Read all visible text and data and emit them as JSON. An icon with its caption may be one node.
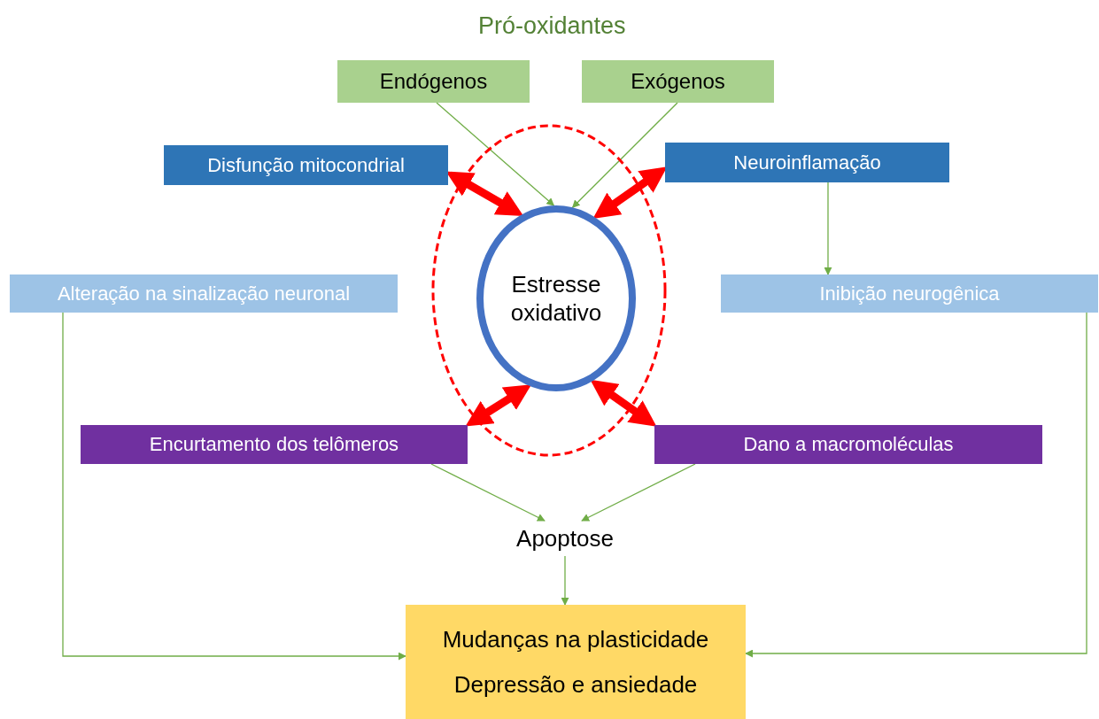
{
  "diagram": {
    "nodes": [
      {
        "text": [
          "Endógenos"
        ]
      },
      {
        "text": [
          "Exógenos"
        ]
      },
      {
        "text": [
          "Disfunção mitocondrial"
        ]
      },
      {
        "text": [
          "Neuroinflamação"
        ]
      },
      {
        "text": [],
        "shape": "ellipse"
      },
      {
        "text": [
          "Estresse oxidativo"
        ],
        "in": 4
      },
      {
        "text": [
          "Alteração na sinalização neuronal"
        ]
      },
      {
        "text": [
          "Inibição neurogênica"
        ]
      },
      {
        "text": [
          "Encurtamento dos telômeros"
        ]
      },
      {
        "text": [
          "Dano a macromoléculas"
        ]
      },
      {
        "text": [
          "Apoptose"
        ]
      },
      {
        "text": [
          "Mudanças na plasticidade",
          "Depressão e ansiedade"
        ]
      }
    ],
    "edges": [
      {
        "from": 0,
        "to": 5,
        "arrow": "to"
      },
      {
        "from": 1,
        "to": 5,
        "arrow": "to"
      },
      {
        "from": 2,
        "to": 5,
        "arrow": "both",
        "style": "thick",
        "color": "#ff0000"
      },
      {
        "from": 3,
        "to": 5,
        "arrow": "both",
        "style": "thick",
        "color": "#ff0000"
      },
      {
        "from": 8,
        "to": 5,
        "arrow": "both",
        "style": "thick",
        "color": "#ff0000"
      },
      {
        "from": 9,
        "to": 5,
        "arrow": "both",
        "style": "thick",
        "color": "#ff0000"
      },
      {
        "from": 3,
        "to": 7,
        "arrow": "to"
      },
      {
        "from": 6,
        "to": 11,
        "arrow": "to"
      },
      {
        "from": 7,
        "to": 11,
        "arrow": "to"
      },
      {
        "from": 8,
        "to": 10,
        "arrow": "to"
      },
      {
        "from": 9,
        "to": 10,
        "arrow": "to"
      },
      {
        "from": 10,
        "to": 11,
        "arrow": "to"
      }
    ],
    "labels": [
      "Pró-oxidantes"
    ]
  }
}
